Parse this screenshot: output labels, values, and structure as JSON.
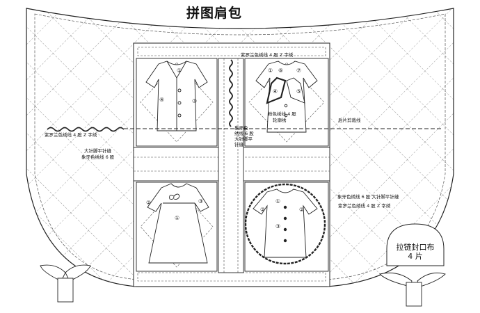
{
  "title": "拼图肩包",
  "labels": {
    "top_stitch": "紫罗兰色绣线 4 股  Z 字绣",
    "left_stitch": "紫罗兰色绣线 4 股  Z 字绣",
    "left_run_1": "大针脚平针缝",
    "left_run_2": "象牙色绣线 6 股",
    "center_1": "象牙色",
    "center_2": "绣线 6 股",
    "center_3": "大针脚平",
    "center_4": "针缝",
    "pink_1": "粉色绣线 4 股",
    "pink_2": "轮廓绣",
    "back_cut": "后片剪裁线",
    "right_1": "象牙色绣线 6 股  大针脚平针缝",
    "right_2": "紫罗兰色绣线 4 股  Z 字绣",
    "zipper_1": "拉链封口布",
    "zipper_2": "4 片"
  },
  "piece_numbers": [
    "①",
    "②",
    "③",
    "④",
    "⑤",
    "⑥",
    "⑦"
  ]
}
